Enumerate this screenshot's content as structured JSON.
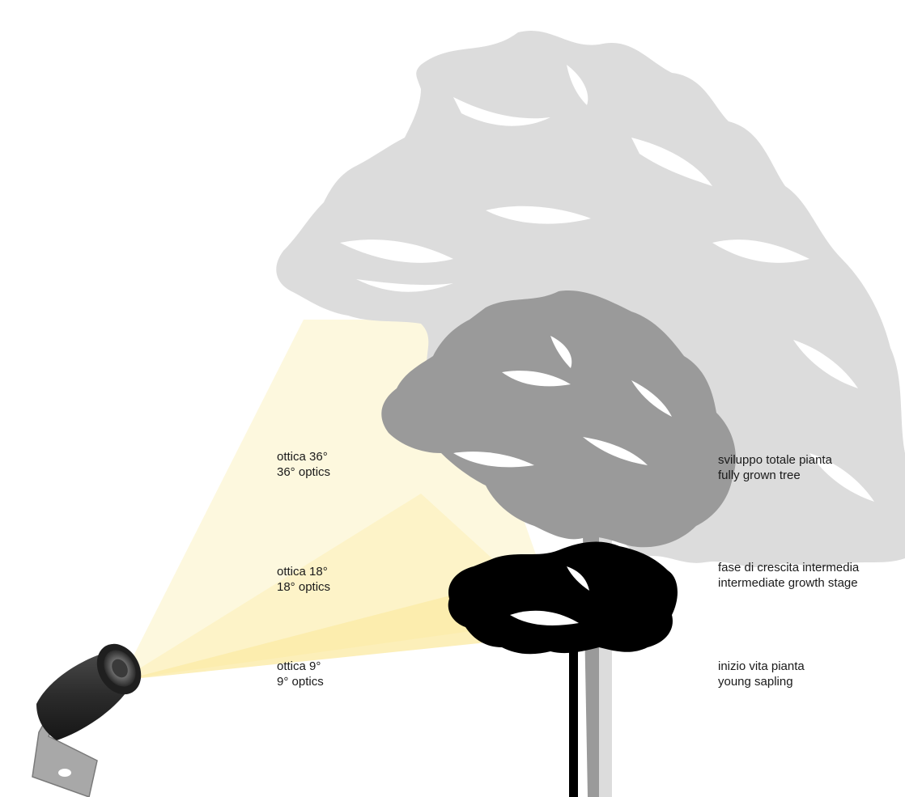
{
  "optics_labels": [
    {
      "it": "ottica 36°",
      "en": "36° optics"
    },
    {
      "it": "ottica 18°",
      "en": "18° optics"
    },
    {
      "it": "ottica 9°",
      "en": "9° optics"
    }
  ],
  "growth_labels": [
    {
      "it": "sviluppo totale pianta",
      "en": "fully grown tree"
    },
    {
      "it": "fase di crescita intermedia",
      "en": "intermediate growth stage"
    },
    {
      "it": "inizio vita pianta",
      "en": "young sapling"
    }
  ],
  "colors": {
    "beam": "#fdf6d0",
    "beam_inner": "#fbefb0",
    "tree_full": "#dcdcdc",
    "tree_intermediate": "#9a9a9a",
    "tree_young": "#000000",
    "spotlight_body": "#2b2b2b",
    "bracket": "#a8a8a8"
  }
}
